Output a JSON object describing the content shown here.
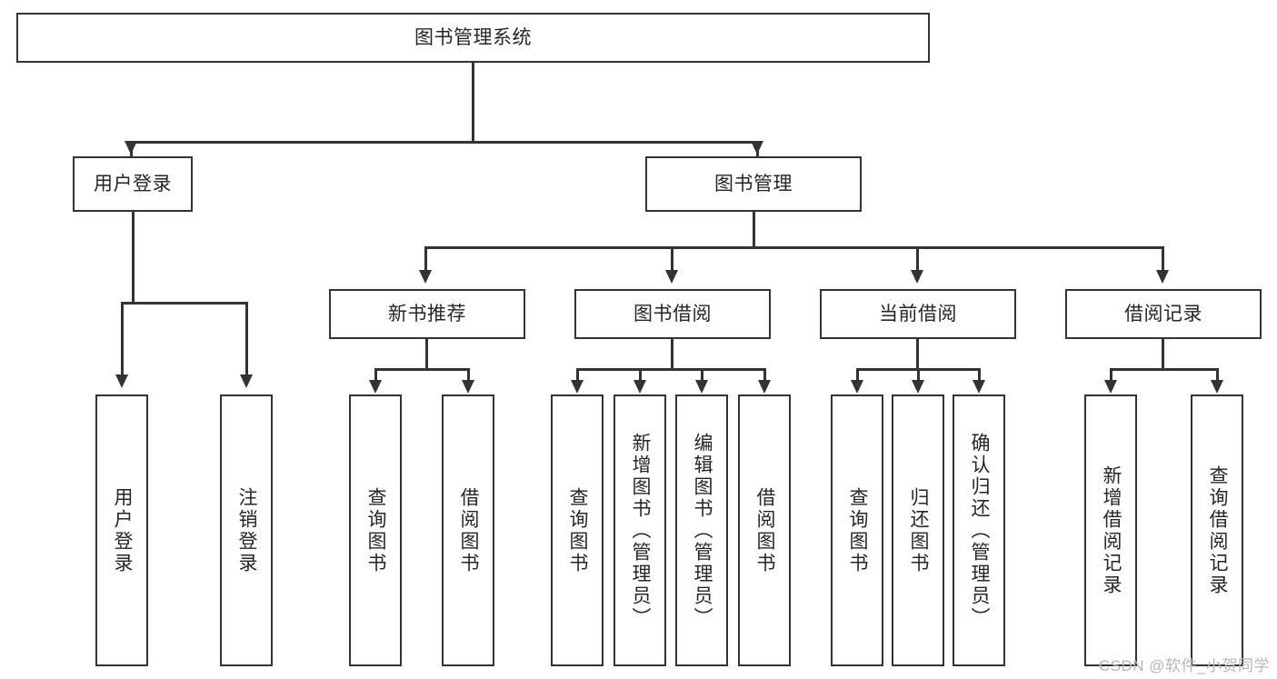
{
  "diagram": {
    "type": "tree-hierarchy",
    "title": "图书管理系统",
    "watermark": "CSDN @软件_小贺同学",
    "colors": {
      "stroke": "#333333",
      "text": "#262626",
      "background": "#ffffff",
      "watermark": "#b6b6b6"
    },
    "levels": [
      {
        "level": 1,
        "nodes": [
          {
            "id": "root",
            "label": "图书管理系统",
            "orientation": "horizontal"
          }
        ]
      },
      {
        "level": 2,
        "nodes": [
          {
            "id": "login",
            "label": "用户登录",
            "orientation": "horizontal",
            "parent": "root"
          },
          {
            "id": "bookmgmt",
            "label": "图书管理",
            "orientation": "horizontal",
            "parent": "root"
          }
        ]
      },
      {
        "level": 3,
        "nodes": [
          {
            "id": "newbook",
            "label": "新书推荐",
            "orientation": "horizontal",
            "parent": "bookmgmt"
          },
          {
            "id": "borrow",
            "label": "图书借阅",
            "orientation": "horizontal",
            "parent": "bookmgmt"
          },
          {
            "id": "current",
            "label": "当前借阅",
            "orientation": "horizontal",
            "parent": "bookmgmt"
          },
          {
            "id": "record",
            "label": "借阅记录",
            "orientation": "horizontal",
            "parent": "bookmgmt"
          }
        ]
      },
      {
        "level": 4,
        "nodes": [
          {
            "id": "leaf1",
            "label": "用户登录",
            "orientation": "vertical",
            "parent": "login"
          },
          {
            "id": "leaf2",
            "label": "注销登录",
            "orientation": "vertical",
            "parent": "login"
          },
          {
            "id": "leaf3",
            "label": "查询图书",
            "orientation": "vertical",
            "parent": "newbook"
          },
          {
            "id": "leaf4",
            "label": "借阅图书",
            "orientation": "vertical",
            "parent": "newbook"
          },
          {
            "id": "leaf5",
            "label": "查询图书",
            "orientation": "vertical",
            "parent": "borrow"
          },
          {
            "id": "leaf6",
            "label": "新增图书（管理员）",
            "orientation": "vertical",
            "parent": "borrow"
          },
          {
            "id": "leaf7",
            "label": "编辑图书（管理员）",
            "orientation": "vertical",
            "parent": "borrow"
          },
          {
            "id": "leaf8",
            "label": "借阅图书",
            "orientation": "vertical",
            "parent": "borrow"
          },
          {
            "id": "leaf9",
            "label": "查询图书",
            "orientation": "vertical",
            "parent": "current"
          },
          {
            "id": "leaf10",
            "label": "归还图书",
            "orientation": "vertical",
            "parent": "current"
          },
          {
            "id": "leaf11",
            "label": "确认归还（管理员）",
            "orientation": "vertical",
            "parent": "current"
          },
          {
            "id": "leaf12",
            "label": "新增借阅记录",
            "orientation": "vertical",
            "parent": "record"
          },
          {
            "id": "leaf13",
            "label": "查询借阅记录",
            "orientation": "vertical",
            "parent": "record"
          }
        ]
      }
    ]
  }
}
